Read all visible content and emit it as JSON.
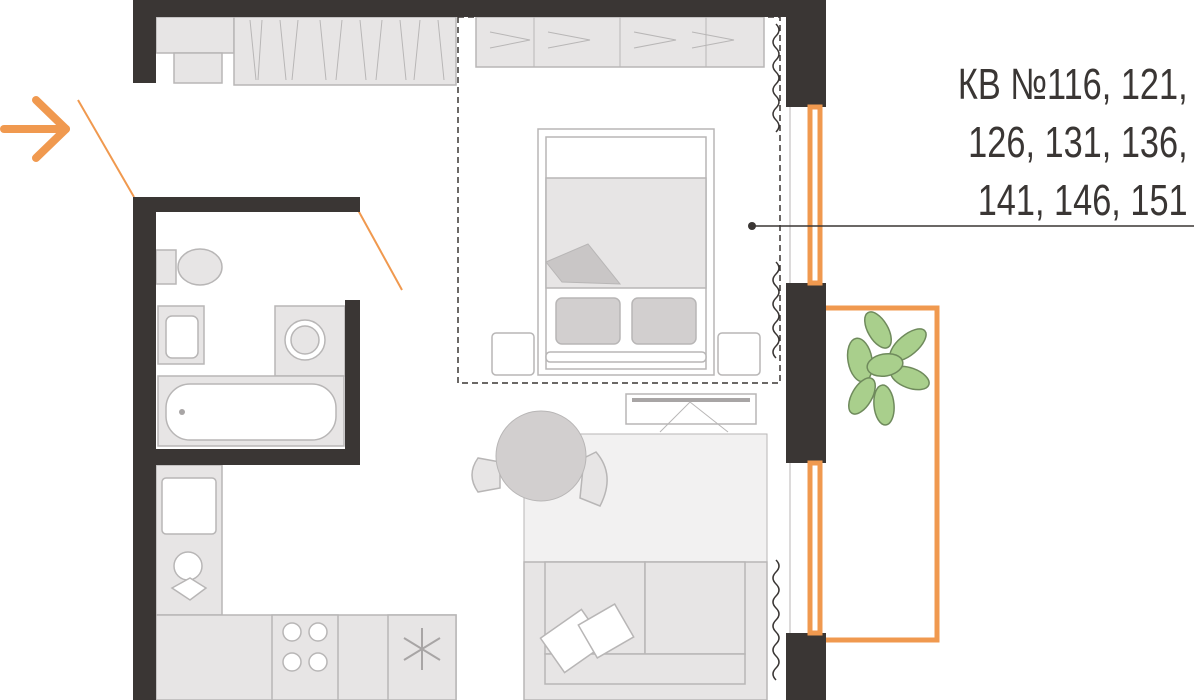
{
  "apartment_label": {
    "lines": [
      "КВ №116, 121,",
      "126, 131, 136,",
      "141, 146, 151"
    ]
  },
  "colors": {
    "wall": "#3a3634",
    "accent": "#f0994f",
    "furniture": "#e7e5e5"
  },
  "icons": [
    "entrance-arrow-icon",
    "plant-icon",
    "snowflake-icon"
  ]
}
